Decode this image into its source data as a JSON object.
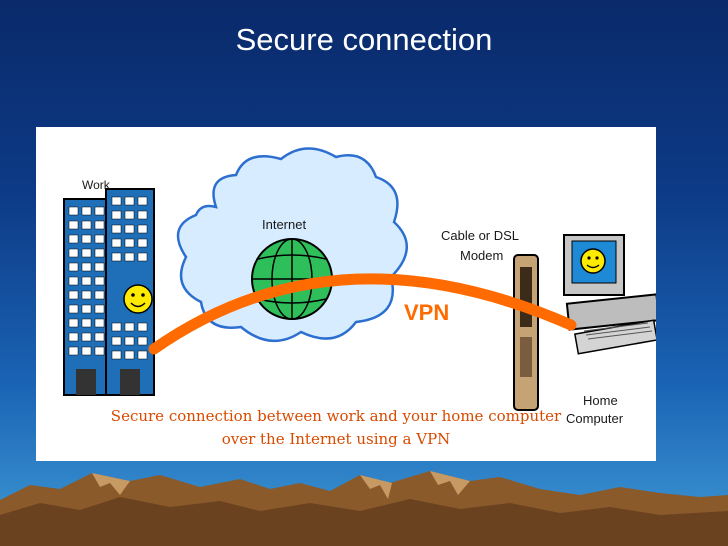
{
  "slide": {
    "title": "Secure connection"
  },
  "diagram": {
    "work_label": "Work",
    "internet_label": "Internet",
    "modem_label_line1": "Cable or DSL",
    "modem_label_line2": "Modem",
    "vpn_label": "VPN",
    "home_label_line1": "Home",
    "home_label_line2": "Computer",
    "caption_line1": "Secure connection between work and your home computer",
    "caption_line2": "over the Internet using a VPN"
  },
  "colors": {
    "background_top": "#0a2a6a",
    "background_bottom": "#3f9ad6",
    "tunnel": "#ff6b00",
    "caption": "#d84a00",
    "cloud_fill": "#d7ecff",
    "globe": "#2fbf5a",
    "mountain": "#8a5a2b"
  },
  "icons": [
    "building-icon",
    "cloud-icon",
    "globe-icon",
    "modem-icon",
    "computer-icon",
    "smiley-icon"
  ]
}
